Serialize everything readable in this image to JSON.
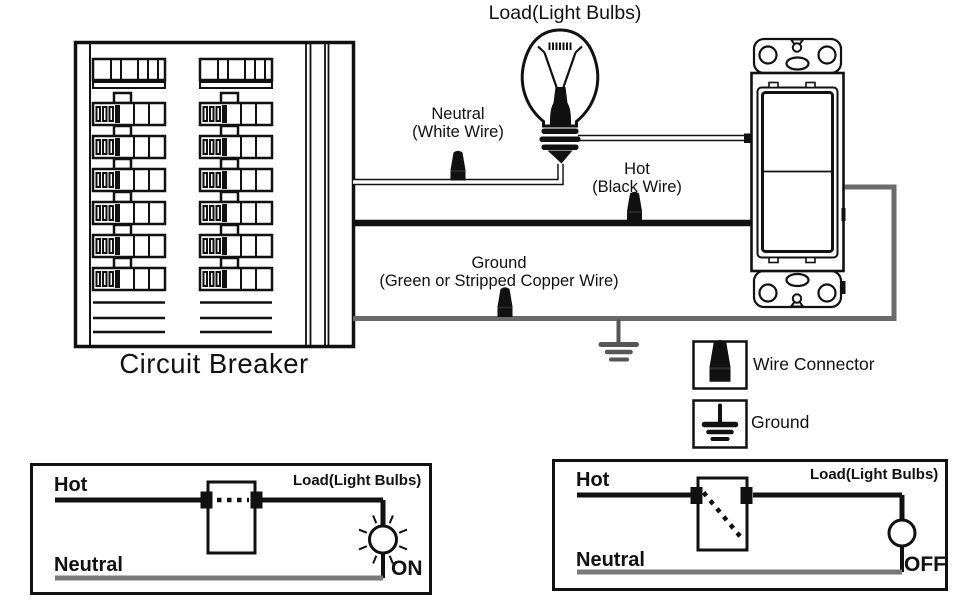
{
  "colors": {
    "line": "#111111",
    "ground_wire": "#6b6b6b",
    "ground_symbol": "#565656",
    "neutral_wire_gray": "#7a7a7a"
  },
  "icons": {
    "wire_connector": "black-wirenut-cone",
    "ground": "earth-ground-bars",
    "load": "incandescent-light-bulb",
    "switch": "single-pole-rocker-switch",
    "panel": "circuit-breaker-panel"
  },
  "main": {
    "load_label": "Load(Light Bulbs)",
    "neutral_line1": "Neutral",
    "neutral_line2": "(White Wire)",
    "hot_line1": "Hot",
    "hot_line2": "(Black Wire)",
    "ground_line1": "Ground",
    "ground_line2": "(Green or Stripped Copper Wire)",
    "breaker_label": "Circuit Breaker"
  },
  "legend": {
    "wire_connector": "Wire Connector",
    "ground": "Ground"
  },
  "schematic_on": {
    "hot": "Hot",
    "neutral": "Neutral",
    "load": "Load(Light Bulbs)",
    "state": "ON"
  },
  "schematic_off": {
    "hot": "Hot",
    "neutral": "Neutral",
    "load": "Load(Light Bulbs)",
    "state": "OFF"
  }
}
